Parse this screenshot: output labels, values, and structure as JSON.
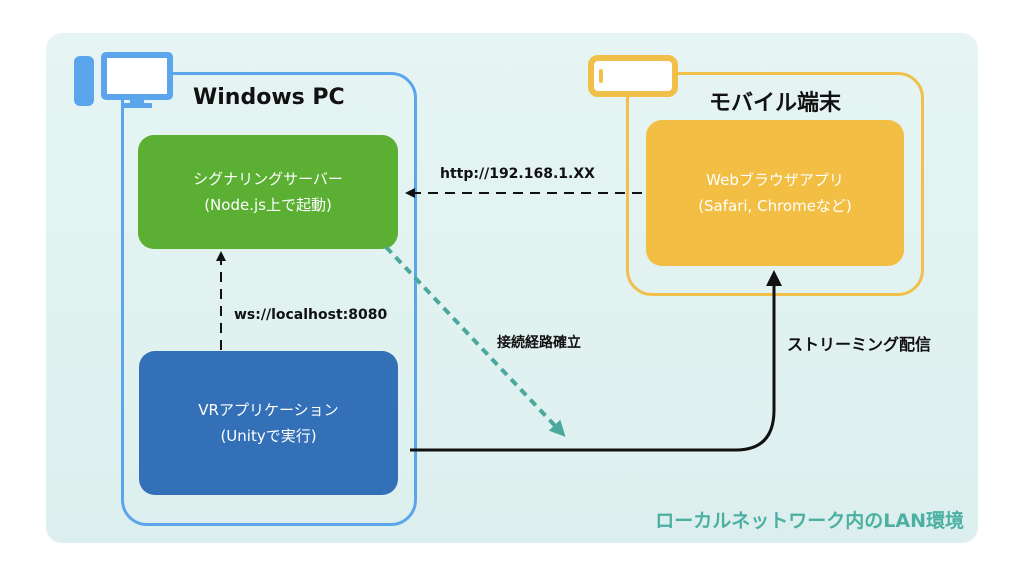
{
  "windows_pc": {
    "title": "Windows PC"
  },
  "mobile": {
    "title": "モバイル端末"
  },
  "signaling_server": {
    "line1": "シグナリングサーバー",
    "line2": "(Node.js上で起動)"
  },
  "vr_app": {
    "line1": "VRアプリケーション",
    "line2": "(Unityで実行)"
  },
  "web_app": {
    "line1": "Webブラウザアプリ",
    "line2": "(Safari, Chromeなど)"
  },
  "connections": {
    "http_label": "http://192.168.1.XX",
    "ws_label": "ws://localhost:8080",
    "route_label": "接続経路確立",
    "stream_label": "ストリーミング配信"
  },
  "lan_label": "ローカルネットワーク内のLAN環境",
  "icons": {
    "pc": "monitor-icon",
    "mobile": "smartphone-icon"
  },
  "colors": {
    "pc_accent": "#5aa5ec",
    "mobile_accent": "#f0c04a",
    "signaling": "#5bb033",
    "vr": "#3370b8",
    "web": "#f2be44",
    "lan_text": "#4bb0a2",
    "route_arrow": "#4aa89c"
  }
}
